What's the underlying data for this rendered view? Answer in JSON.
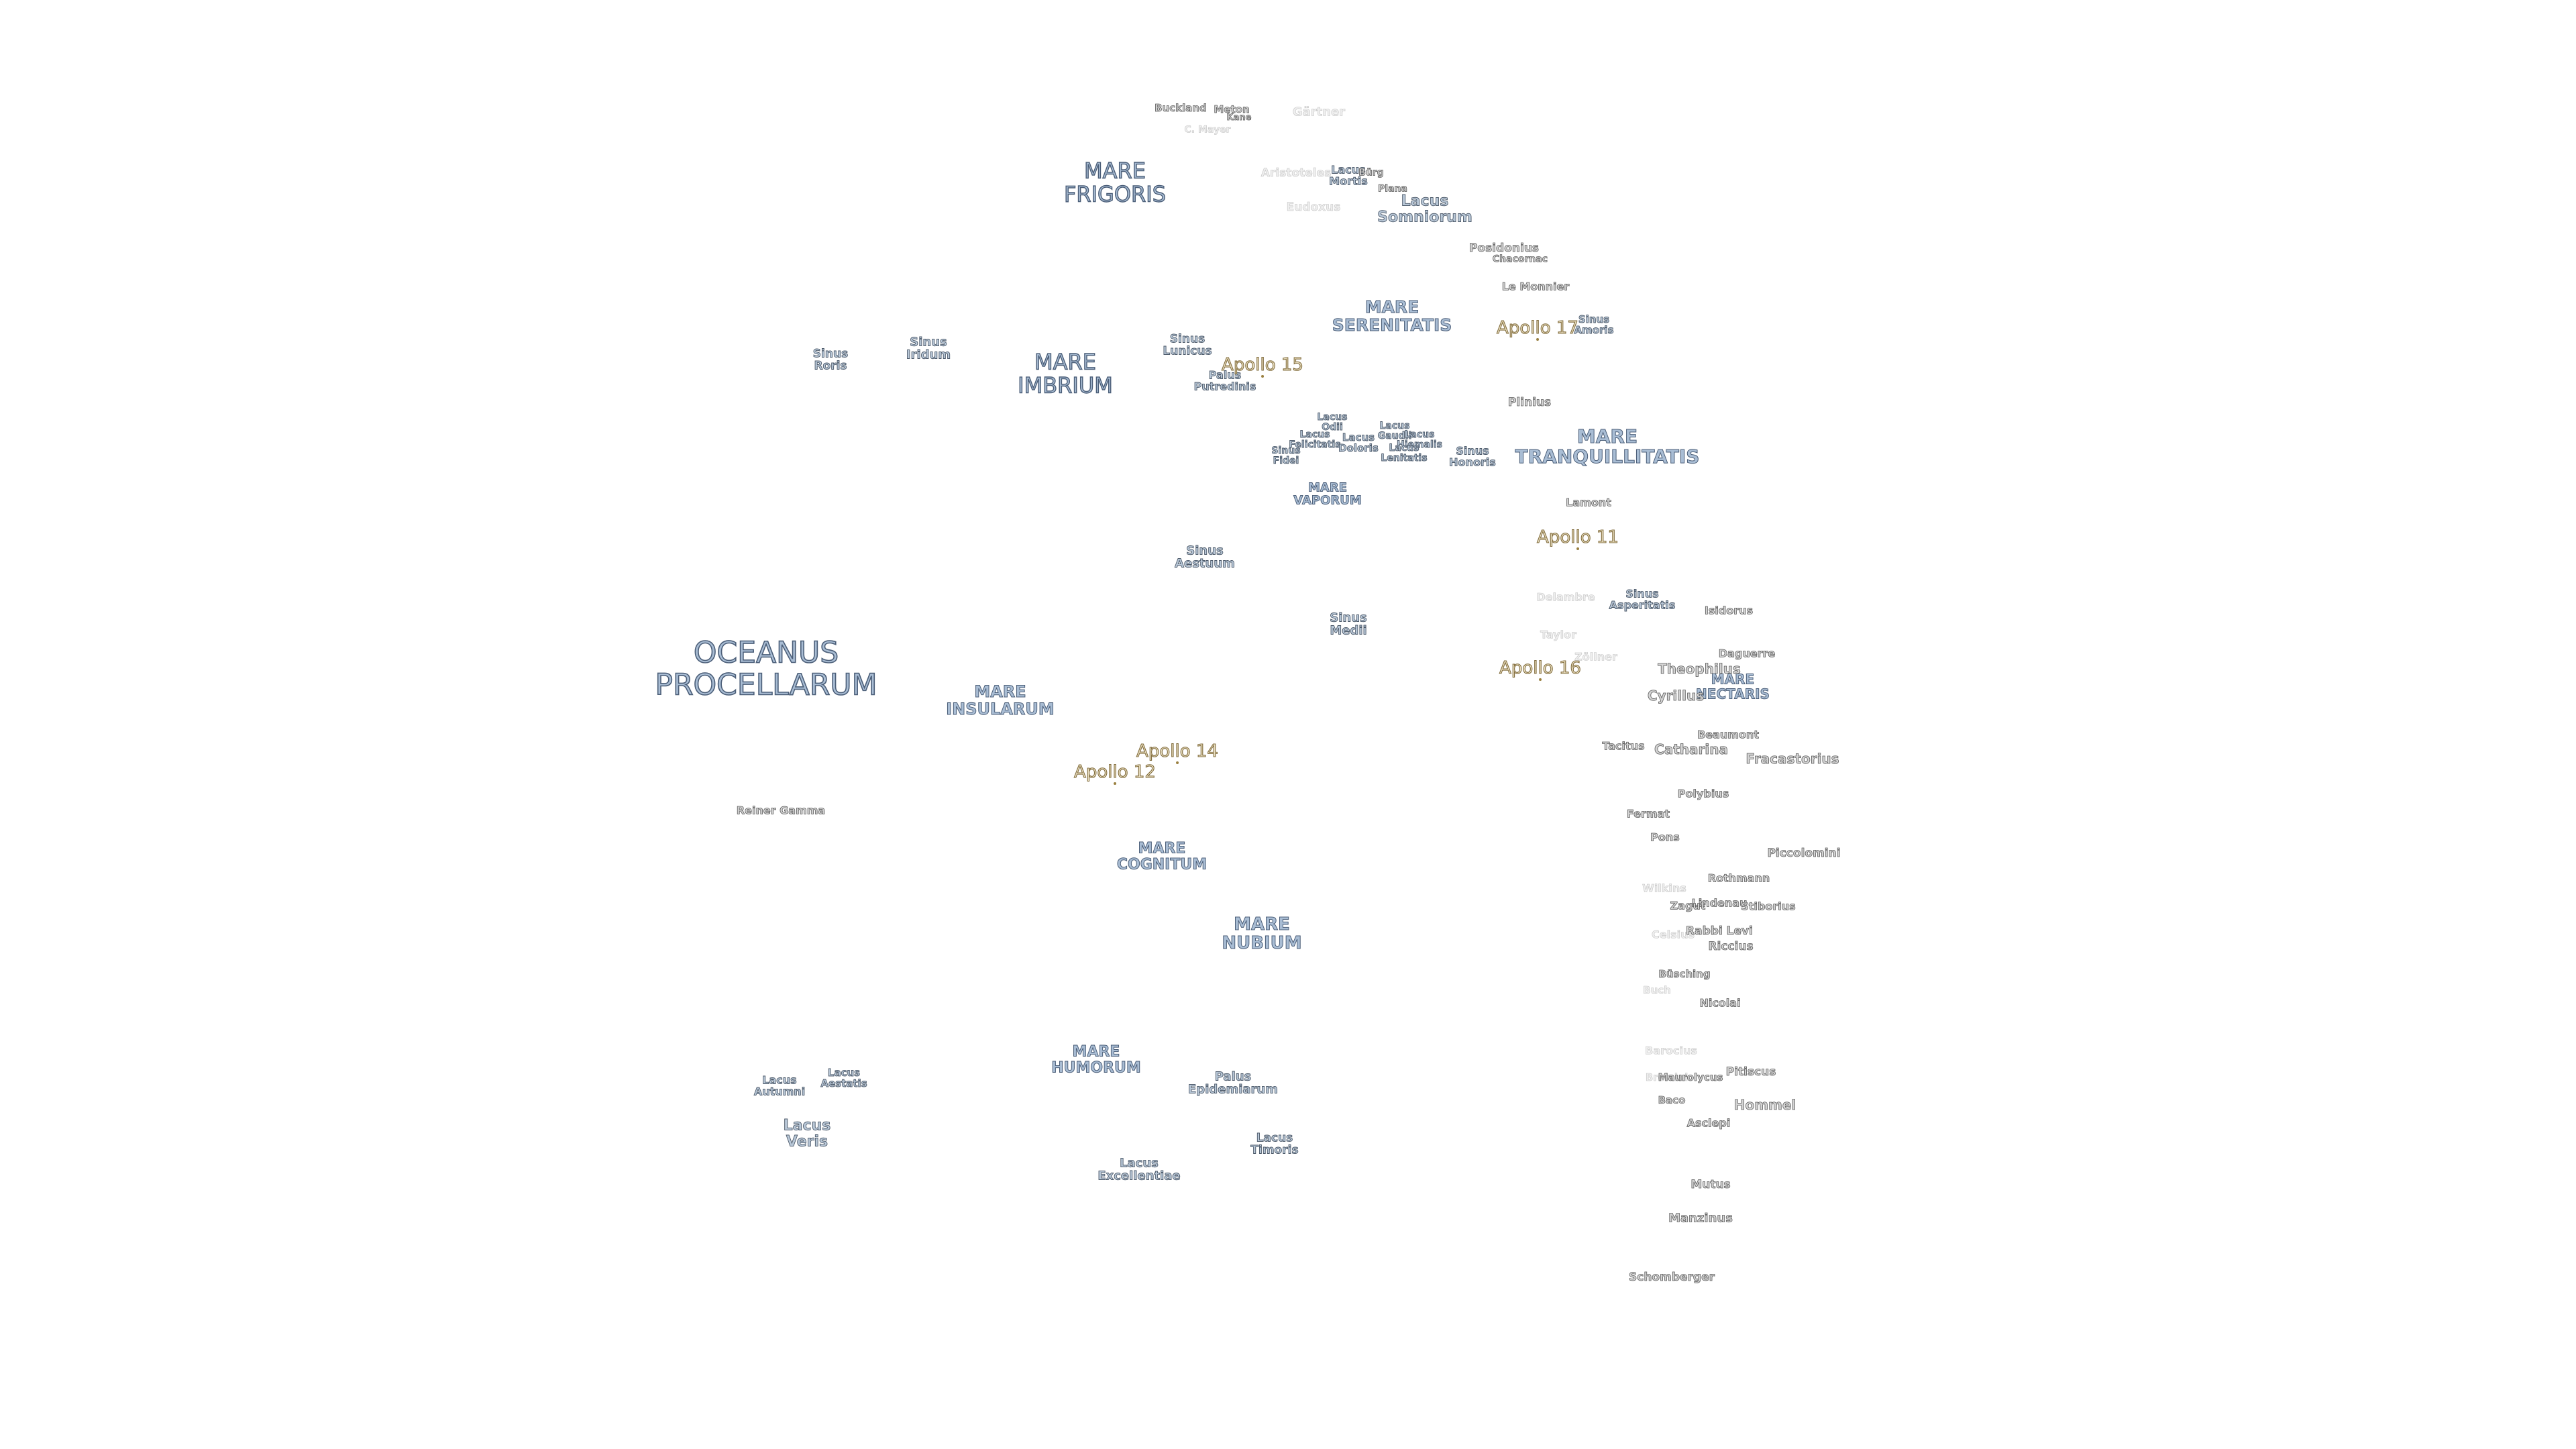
{
  "seas": {
    "oceanus_procellarum": "OCEANUS\nPROCELLARUM",
    "mare_frigoris": "MARE\nFRIGORIS",
    "mare_imbrium": "MARE\nIMBRIUM",
    "mare_serenitatis": "MARE\nSERENITATIS",
    "mare_tranquillitatis": "MARE\nTRANQUILLITATIS",
    "mare_vaporum": "MARE\nVAPORUM",
    "mare_insularum": "MARE\nINSULARUM",
    "mare_cognitum": "MARE\nCOGNITUM",
    "mare_nubium": "MARE\nNUBIUM",
    "mare_humorum": "MARE\nHUMORUM",
    "mare_nectaris": "MARE\nNECTARIS"
  },
  "minor_features": {
    "sinus_roris": "Sinus\nRoris",
    "sinus_iridum": "Sinus\nIridum",
    "sinus_lunicus": "Sinus\nLunicus",
    "palus_putredinis": "Palus\nPutredinis",
    "lacus_mortis": "Lacus\nMortis",
    "lacus_somniorum": "Lacus\nSomniorum",
    "lacus_odii": "Lacus\nOdii",
    "lacus_felicitatis": "Lacus\nFelicitatis",
    "sinus_fidei": "Sinus\nFidei",
    "lacus_doloris": "Lacus\nDoloris",
    "lacus_gaudii": "Lacus\nGaudii",
    "lacus_hiemalis": "Lacus\nHiemalis",
    "lacus_lenitatis": "Lacus\nLenitatis",
    "sinus_honoris": "Sinus\nHonoris",
    "sinus_amoris": "Sinus\nAmoris",
    "sinus_aestuum": "Sinus\nAestuum",
    "sinus_medii": "Sinus\nMedii",
    "sinus_asperitatis": "Sinus\nAsperitatis",
    "lacus_autumni": "Lacus\nAutumni",
    "lacus_aestatis": "Lacus\nAestatis",
    "lacus_veris": "Lacus\nVeris",
    "palus_epidemiarum": "Palus\nEpidemiarum",
    "lacus_timoris": "Lacus\nTimoris",
    "lacus_excellentiae": "Lacus\nExcellentiae"
  },
  "apollo_sites": {
    "apollo_11": "Apollo 11",
    "apollo_12": "Apollo 12",
    "apollo_14": "Apollo 14",
    "apollo_15": "Apollo 15",
    "apollo_16": "Apollo 16",
    "apollo_17": "Apollo 17"
  },
  "craters": {
    "buckland": "Buckland",
    "meton": "Meton",
    "kane": "Kane",
    "gartner": "Gärtner",
    "c_mayer": "C. Mayer",
    "aristoteles": "Aristoteles",
    "burg": "Bürg",
    "plana": "Plana",
    "eudoxus": "Eudoxus",
    "posidonius": "Posidonius",
    "chacornac": "Chacornac",
    "le_monnier": "Le Monnier",
    "plinius": "Plinius",
    "lamont": "Lamont",
    "delambre": "Delambre",
    "taylor": "Taylor",
    "zollner": "Zöllner",
    "isidorus": "Isidorus",
    "daguerre": "Daguerre",
    "theophilus": "Theophilus",
    "cyrillus": "Cyrillus",
    "beaumont": "Beaumont",
    "tacitus": "Tacitus",
    "catharina": "Catharina",
    "fracastorius": "Fracastorius",
    "polybius": "Polybius",
    "fermat": "Fermat",
    "pons": "Pons",
    "piccolomini": "Piccolomini",
    "rothmann": "Rothmann",
    "wilkins": "Wilkins",
    "lindenau": "Lindenau",
    "stiborius": "Stiborius",
    "zagut": "Zagut",
    "celsius": "Celsius",
    "rabbi_levi": "Rabbi Levi",
    "riccius": "Riccius",
    "buching": "Büsching",
    "buch": "Buch",
    "nicolai": "Nicolai",
    "barocius": "Barocius",
    "breislak": "Breislak",
    "maurolycus": "Maurolycus",
    "pitiscus": "Pitiscus",
    "baco": "Baco",
    "hommel": "Hommel",
    "asclepi": "Asclepi",
    "mutus": "Mutus",
    "manzinus": "Manzinus",
    "schomberger": "Schomberger",
    "reiner_gamma": "Reiner Gamma"
  }
}
